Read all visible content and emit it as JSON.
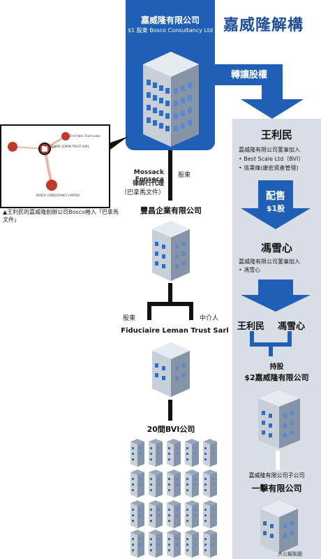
{
  "title": "嘉威隆解構",
  "top_company": {
    "name": "嘉威隆有限公司",
    "sub": "$1 股東 Bosco Consultancy Ltd"
  },
  "transfer_label": "轉讓股權",
  "box1": {
    "title": "王利民",
    "desc": "嘉威隆有限公司董事加入",
    "items": [
      "Best Scale Ltd（BVI）",
      "吳秉煒(康宏資產管理)"
    ]
  },
  "allot_label": {
    "line1": "配售",
    "line2": "$1股"
  },
  "box2": {
    "title": "馮雪心",
    "desc": "嘉威隆有限公司董事加入",
    "items": [
      "馮雪心"
    ]
  },
  "box3": {
    "left": "王利民",
    "right": "馮雪心",
    "hold": "持股",
    "company": "$2嘉威隆有限公司"
  },
  "box4": {
    "desc": "嘉威隆有限公司子公司",
    "name": "一擊有限公司"
  },
  "mossack": {
    "line1": "Mossack Fonseca",
    "line2": "律師行代理",
    "line3": "（巴拿馬文件）"
  },
  "shareholder_label": "股東",
  "company_feng": "豐昌企業有限公司",
  "split": {
    "left": "股東",
    "right": "中介人"
  },
  "company_fiduciaire": "Fiduciaire Leman Trust Sarl",
  "bvi_label": "20間BVI公司",
  "inset": {
    "nodes": [
      "First Fides Trust Lease",
      "FIDUCIAIRE LEMAN TRUST SARL",
      "BOSCO CONSULTANCY LIMITED"
    ]
  },
  "caption": "▲王利民的嘉威隆創辦公司Bosco捲入「巴拿馬文件」",
  "footer": "大公報製圖",
  "colors": {
    "brand_blue": "#1f5fb5",
    "title_blue": "#1f4e9a",
    "panel_grey": "#d9dee6",
    "node_red": "#c0392b",
    "link_pink": "#e7b7a8"
  }
}
